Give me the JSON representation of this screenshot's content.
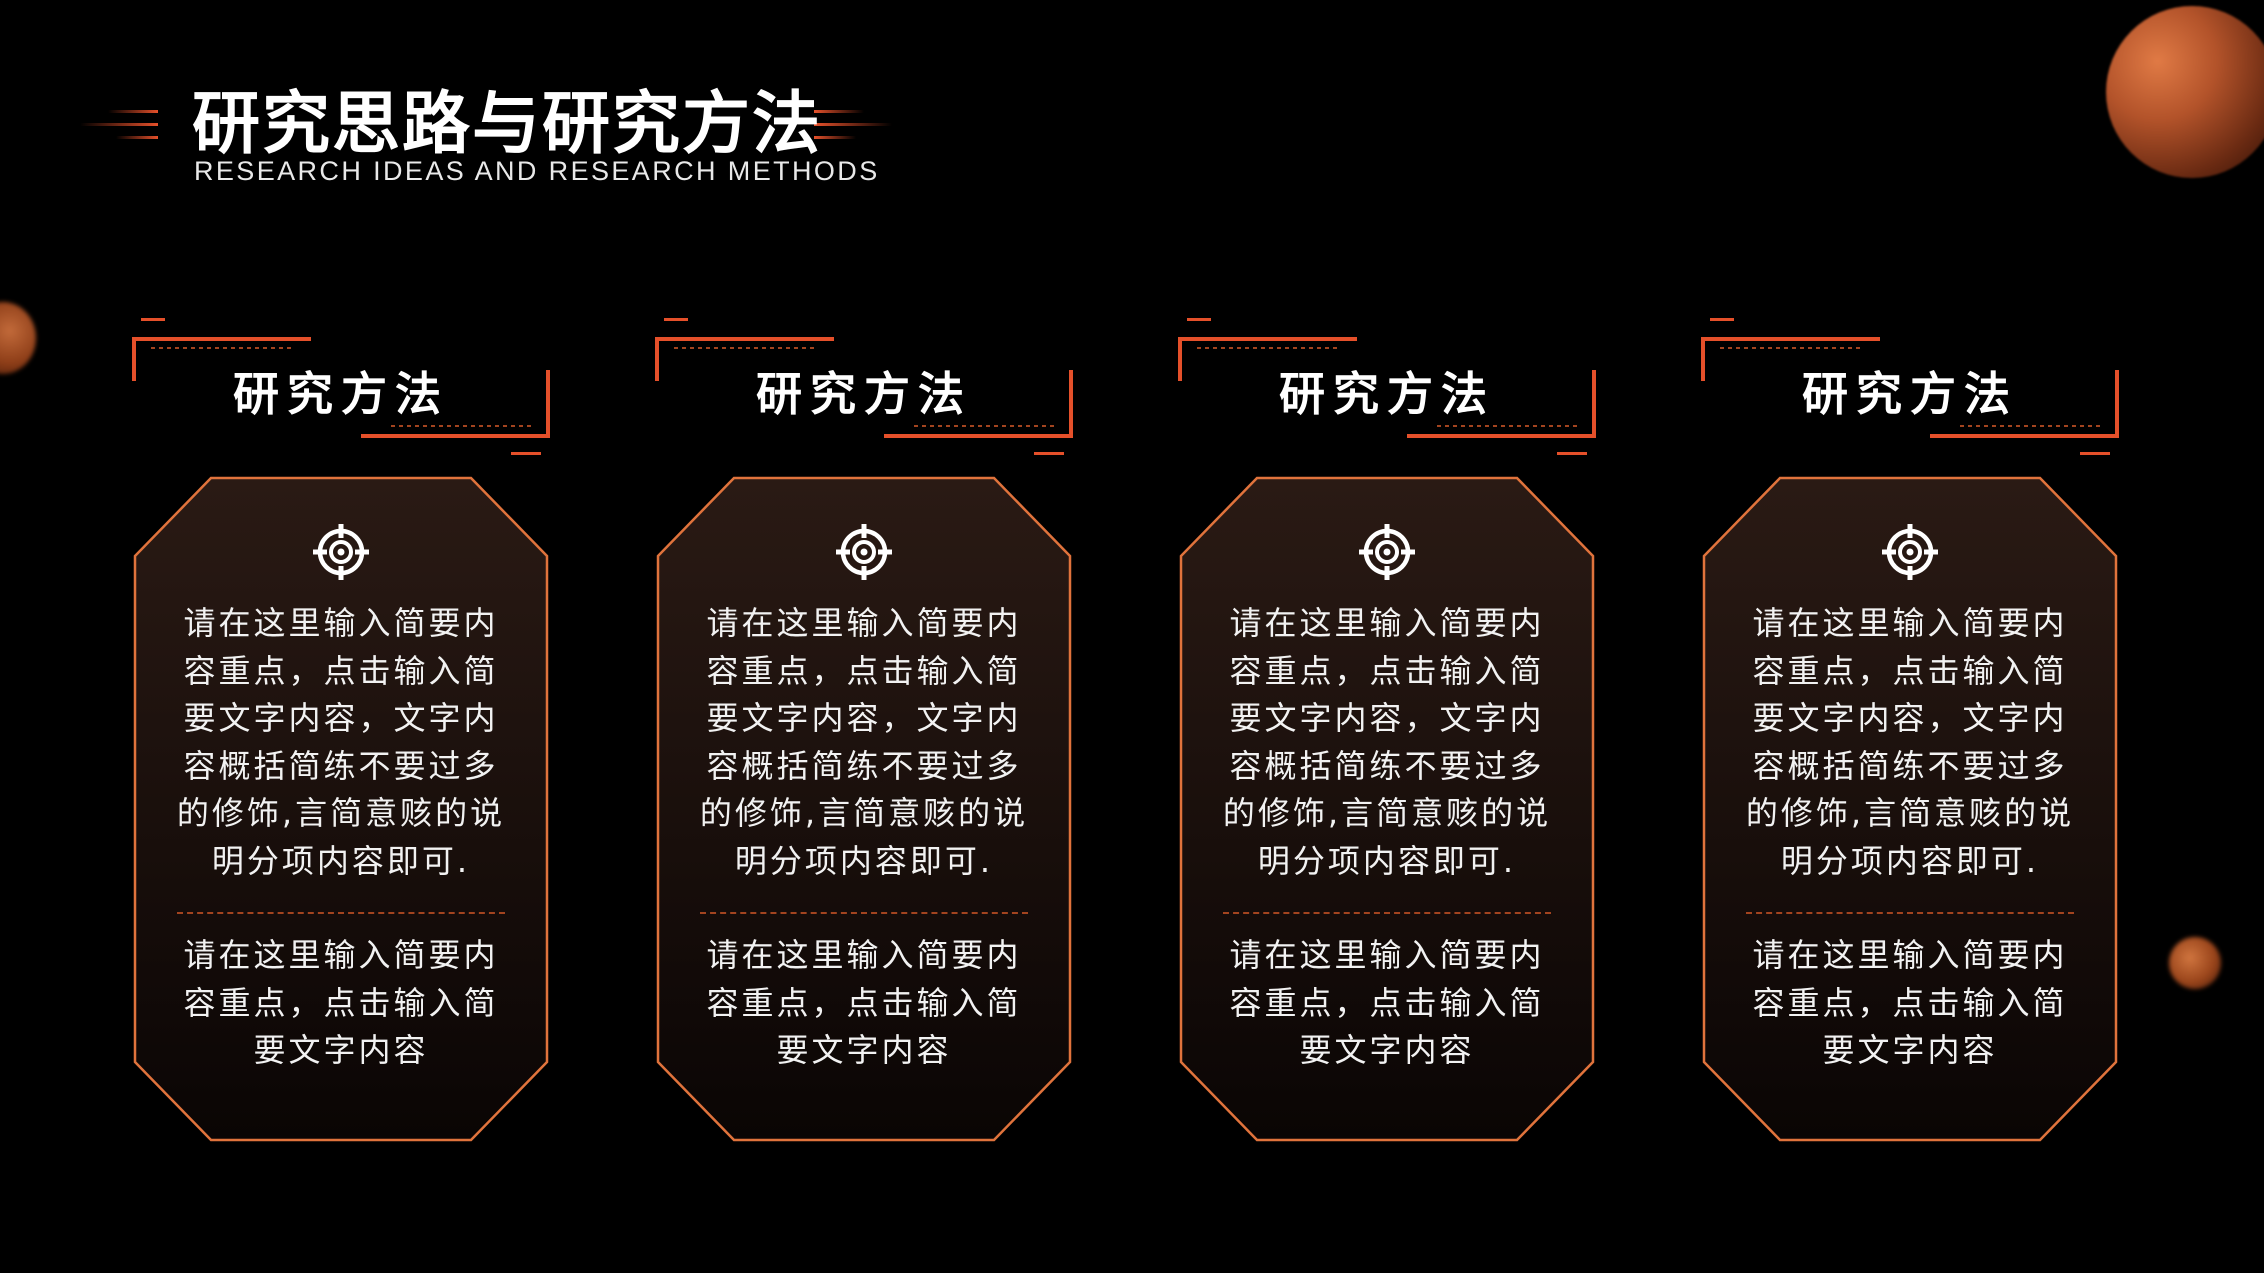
{
  "header": {
    "title": "研究思路与研究方法",
    "subtitle": "RESEARCH IDEAS AND RESEARCH METHODS"
  },
  "colors": {
    "background": "#000000",
    "accent": "#e5502a",
    "card_border": "#e0733c",
    "text": "#ffffff"
  },
  "columns": [
    {
      "title": "研究方法",
      "icon": "target-icon",
      "primary_text": "请在这里输入简要内容重点，点击输入简要文字内容，文字内容概括简练不要过多的修饰,言简意赅的说明分项内容即可.",
      "secondary_text": "请在这里输入简要内容重点，点击输入简要文字内容"
    },
    {
      "title": "研究方法",
      "icon": "target-icon",
      "primary_text": "请在这里输入简要内容重点，点击输入简要文字内容，文字内容概括简练不要过多的修饰,言简意赅的说明分项内容即可.",
      "secondary_text": "请在这里输入简要内容重点，点击输入简要文字内容"
    },
    {
      "title": "研究方法",
      "icon": "target-icon",
      "primary_text": "请在这里输入简要内容重点，点击输入简要文字内容，文字内容概括简练不要过多的修饰,言简意赅的说明分项内容即可.",
      "secondary_text": "请在这里输入简要内容重点，点击输入简要文字内容"
    },
    {
      "title": "研究方法",
      "icon": "target-icon",
      "primary_text": "请在这里输入简要内容重点，点击输入简要文字内容，文字内容概括简练不要过多的修饰,言简意赅的说明分项内容即可.",
      "secondary_text": "请在这里输入简要内容重点，点击输入简要文字内容"
    }
  ]
}
